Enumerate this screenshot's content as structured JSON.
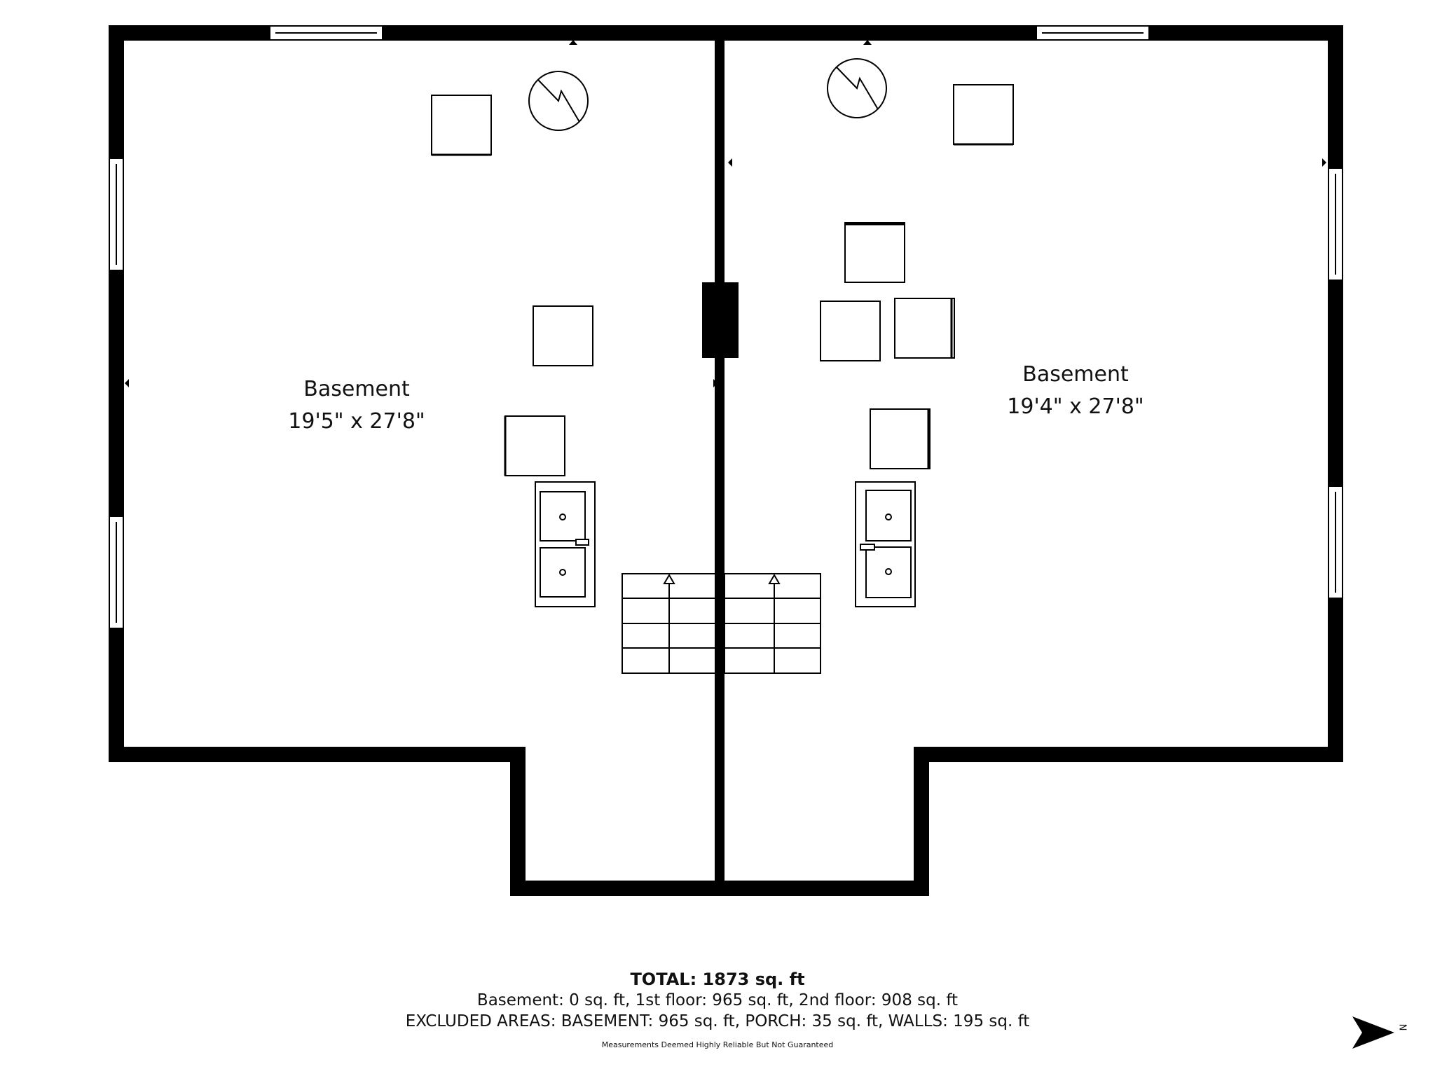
{
  "rooms": [
    {
      "name": "Basement",
      "dims": "19'5\" x 27'8\""
    },
    {
      "name": "Basement",
      "dims": "19'4\" x 27'8\""
    }
  ],
  "totals": {
    "title": "TOTAL: 1873 sq. ft",
    "line1": "Basement: 0 sq. ft, 1st floor: 965 sq. ft, 2nd floor: 908 sq. ft",
    "line2": "EXCLUDED AREAS: BASEMENT: 965 sq. ft, PORCH: 35 sq. ft, WALLS: 195 sq. ft",
    "note": "Measurements Deemed Highly Reliable But Not Guaranteed"
  },
  "compass": {
    "label": "N",
    "icon": "north-arrow-icon"
  }
}
